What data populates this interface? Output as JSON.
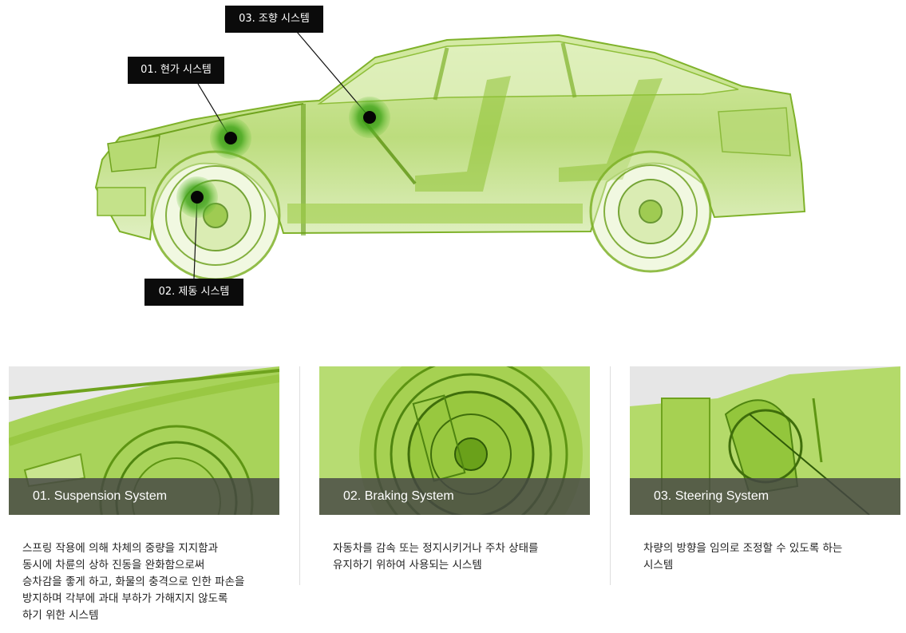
{
  "hero": {
    "callouts": {
      "suspension": "01. 현가 시스템",
      "braking": "02. 제동 시스템",
      "steering": "03. 조향 시스템"
    },
    "colors": {
      "car_green": "#8fc234",
      "car_green_light": "#d9ecb2",
      "marker_green": "#3a9a16",
      "marker_core": "#050505"
    }
  },
  "cards": [
    {
      "title": "01. Suspension System",
      "description": "스프링 작용에 의해 차체의 중량을 지지함과\n동시에 차륜의 상하 진동을 완화함으로써\n승차감을 좋게 하고, 화물의 충격으로 인한 파손을\n방지하며 각부에 과대 부하가 가해지지 않도록\n하기 위한 시스템"
    },
    {
      "title": "02. Braking System",
      "description": "자동차를 감속 또는 정지시키거나 주차 상태를\n유지하기 위하여 사용되는 시스템"
    },
    {
      "title": "03. Steering System",
      "description": "차량의 방향을 임의로 조정할 수 있도록 하는\n시스템"
    }
  ]
}
